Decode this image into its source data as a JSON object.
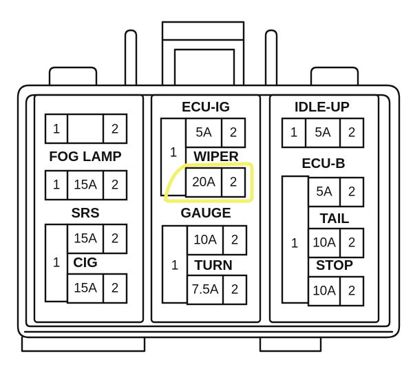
{
  "diagram": {
    "section_labels": {
      "fog_lamp": "FOG LAMP",
      "srs": "SRS",
      "cig": "CIG",
      "ecu_ig": "ECU-IG",
      "wiper": "WIPER",
      "gauge": "GAUGE",
      "turn": "TURN",
      "idle_up": "IDLE-UP",
      "ecu_b": "ECU-B",
      "tail": "TAIL",
      "stop": "STOP"
    },
    "fuses": {
      "fog_lamp": {
        "pin_left": "1",
        "amp": "",
        "pin_right": "2"
      },
      "srs": {
        "pin_left": "1",
        "amp": "15A",
        "pin_right": "2"
      },
      "cig_upper": {
        "amp": "15A",
        "pin_right": "2"
      },
      "cig_lower": {
        "amp": "15A",
        "pin_right": "2"
      },
      "cig_common_pin": "1",
      "ecu_ig": {
        "amp": "5A",
        "pin_right": "2"
      },
      "wiper": {
        "amp": "20A",
        "pin_right": "2"
      },
      "ecu_ig_common_pin": "1",
      "gauge": {
        "amp": "10A",
        "pin_right": "2"
      },
      "turn": {
        "amp": "7.5A",
        "pin_right": "2"
      },
      "gauge_common_pin": "1",
      "idle_up": {
        "pin_left": "1",
        "amp": "5A",
        "pin_right": "2"
      },
      "ecu_b": {
        "amp": "5A",
        "pin_right": "2"
      },
      "tail": {
        "amp": "10A",
        "pin_right": "2"
      },
      "stop": {
        "amp": "10A",
        "pin_right": "2"
      },
      "right_common_pin": "1"
    },
    "highlight_color": "#f3f06a"
  }
}
